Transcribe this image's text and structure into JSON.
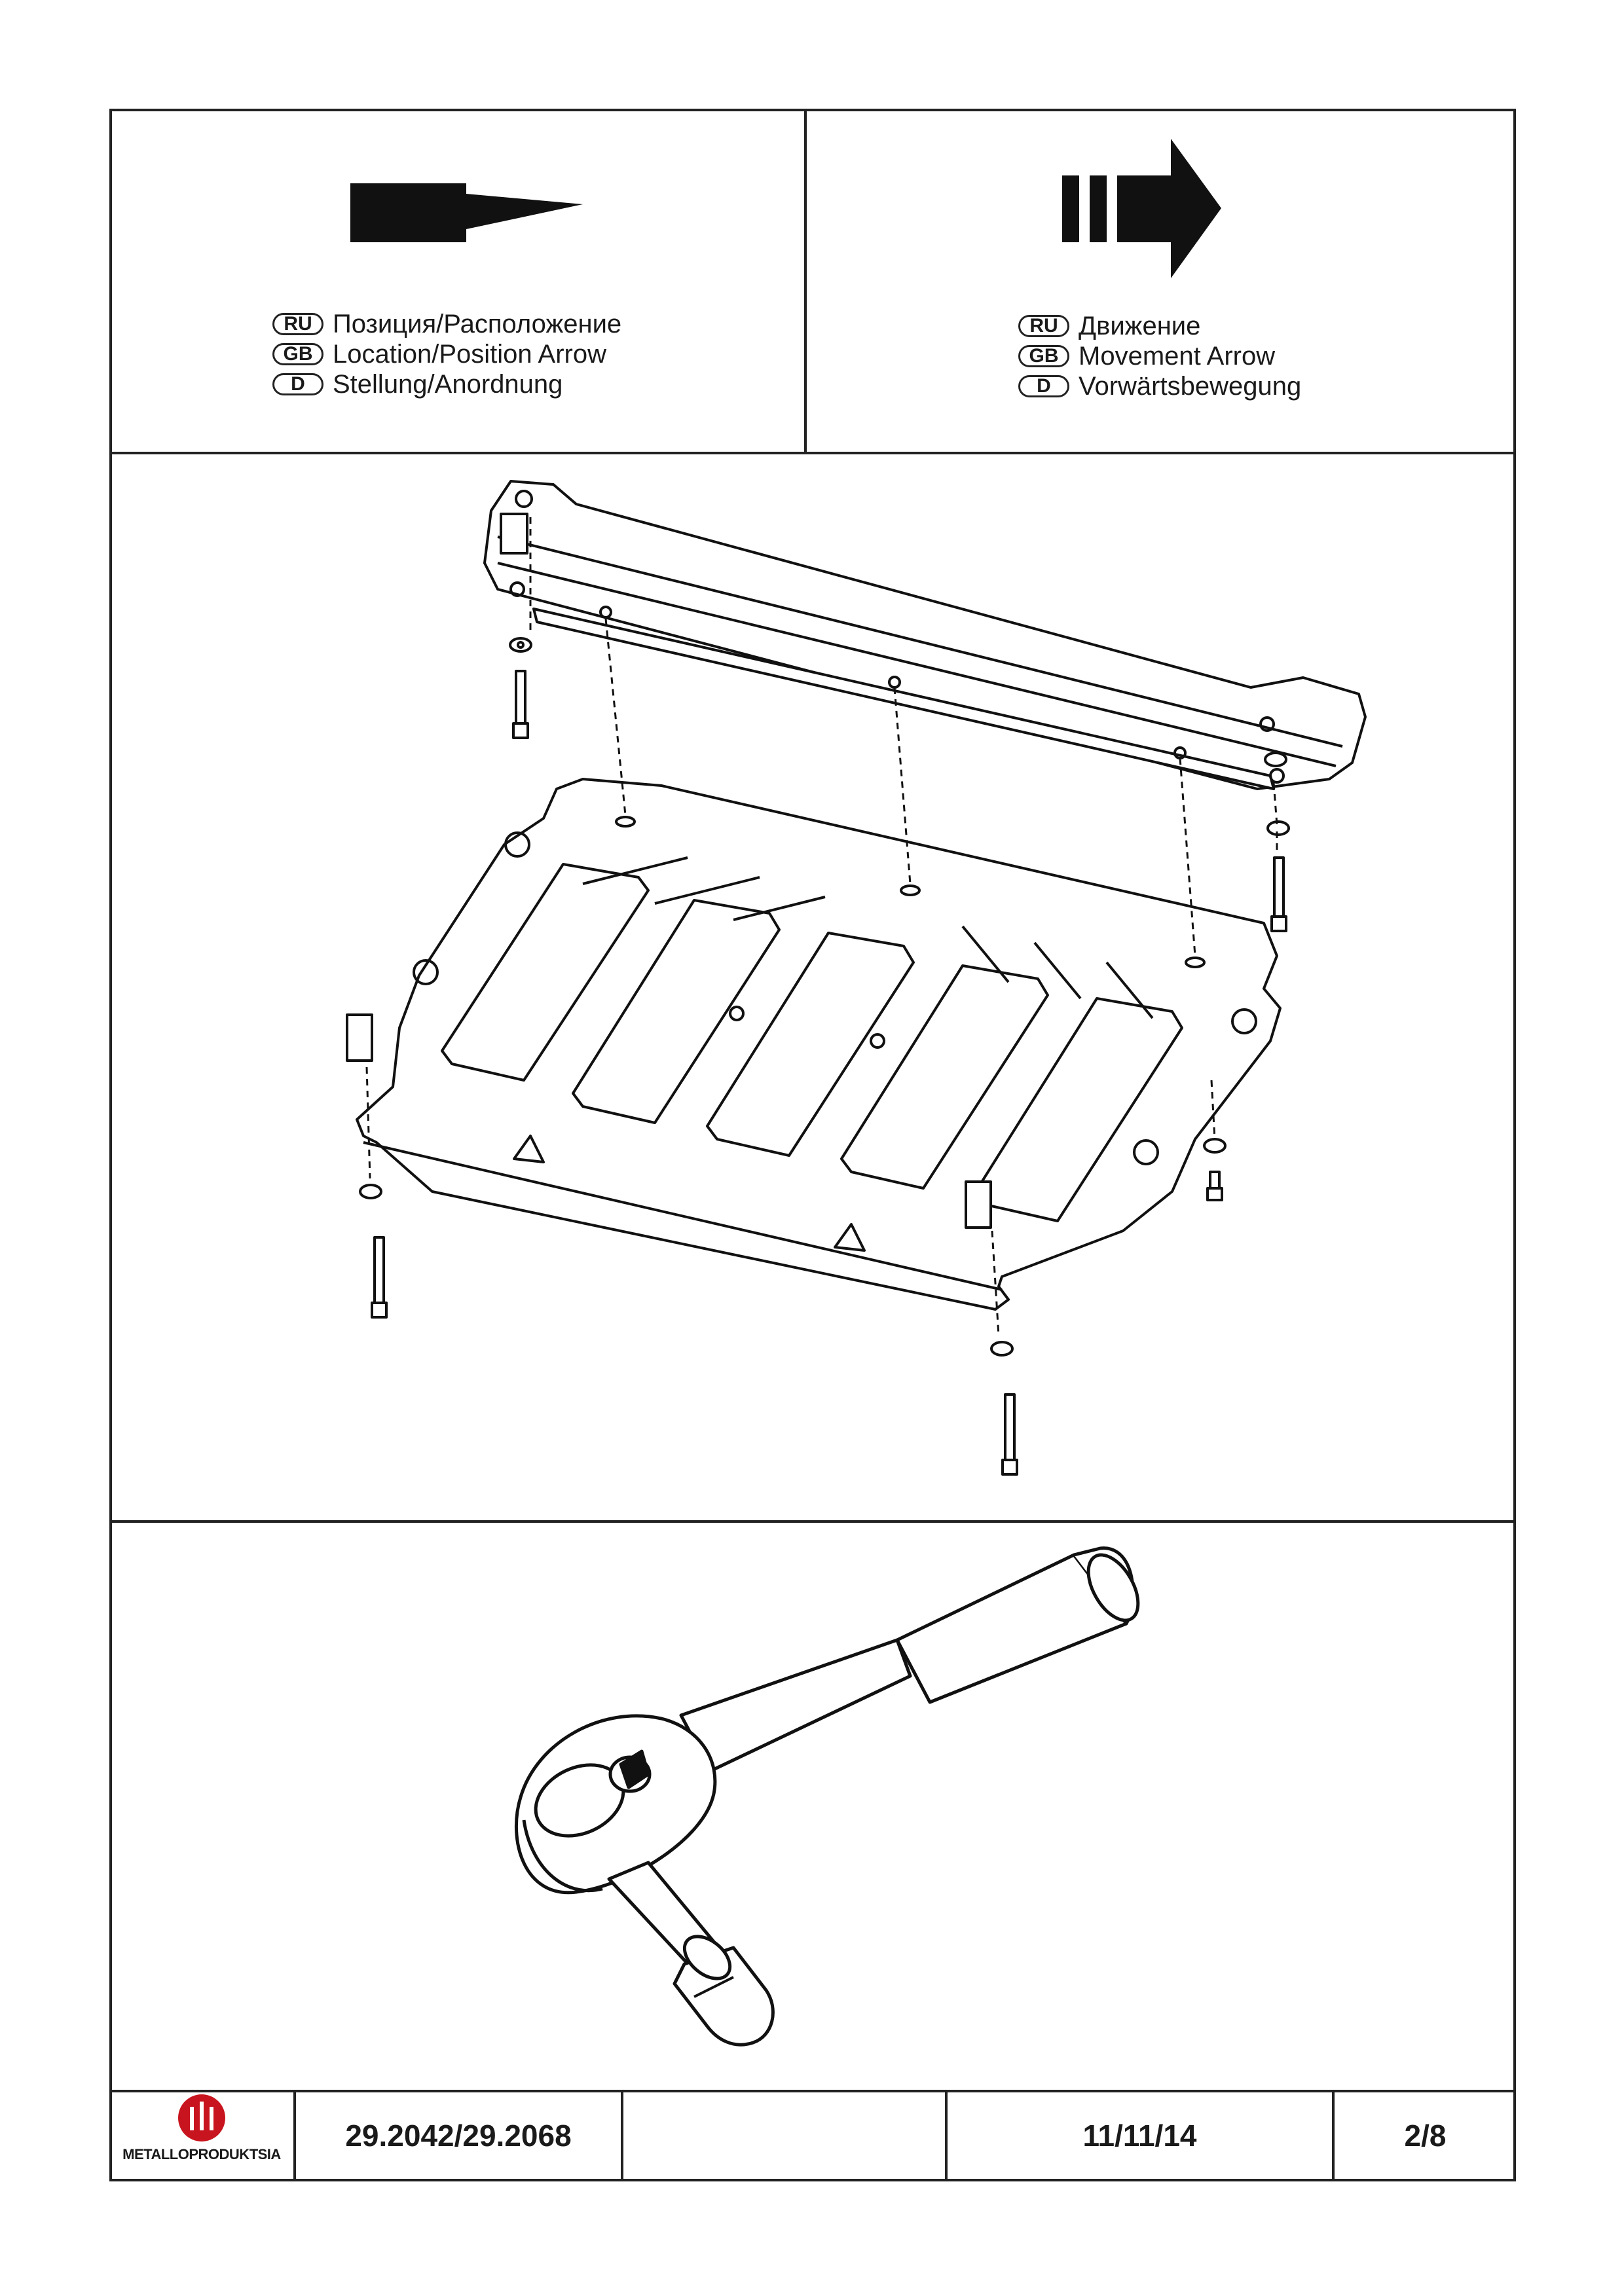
{
  "legend_position": {
    "rows": [
      {
        "code": "RU",
        "text": "Позиция/Расположение"
      },
      {
        "code": "GB",
        "text": "Location/Position Arrow"
      },
      {
        "code": "D",
        "text": "Stellung/Anordnung"
      }
    ]
  },
  "legend_movement": {
    "rows": [
      {
        "code": "RU",
        "text": "Движение"
      },
      {
        "code": "GB",
        "text": "Movement Arrow"
      },
      {
        "code": "D",
        "text": "Vorwärtsbewegung"
      }
    ]
  },
  "footer": {
    "logo_text": "METALLOPRODUKTSIA",
    "part_number": "29.2042/29.2068",
    "blank": "",
    "date": "11/11/14",
    "page": "2/8"
  },
  "colors": {
    "ink": "#1a1a1a",
    "logo_red": "#c8141e",
    "background": "#ffffff"
  },
  "icons": [
    "position-arrow-icon",
    "movement-arrow-icon",
    "skid-plate-assembly-diagram",
    "ratchet-wrench-icon",
    "company-logo-icon"
  ]
}
